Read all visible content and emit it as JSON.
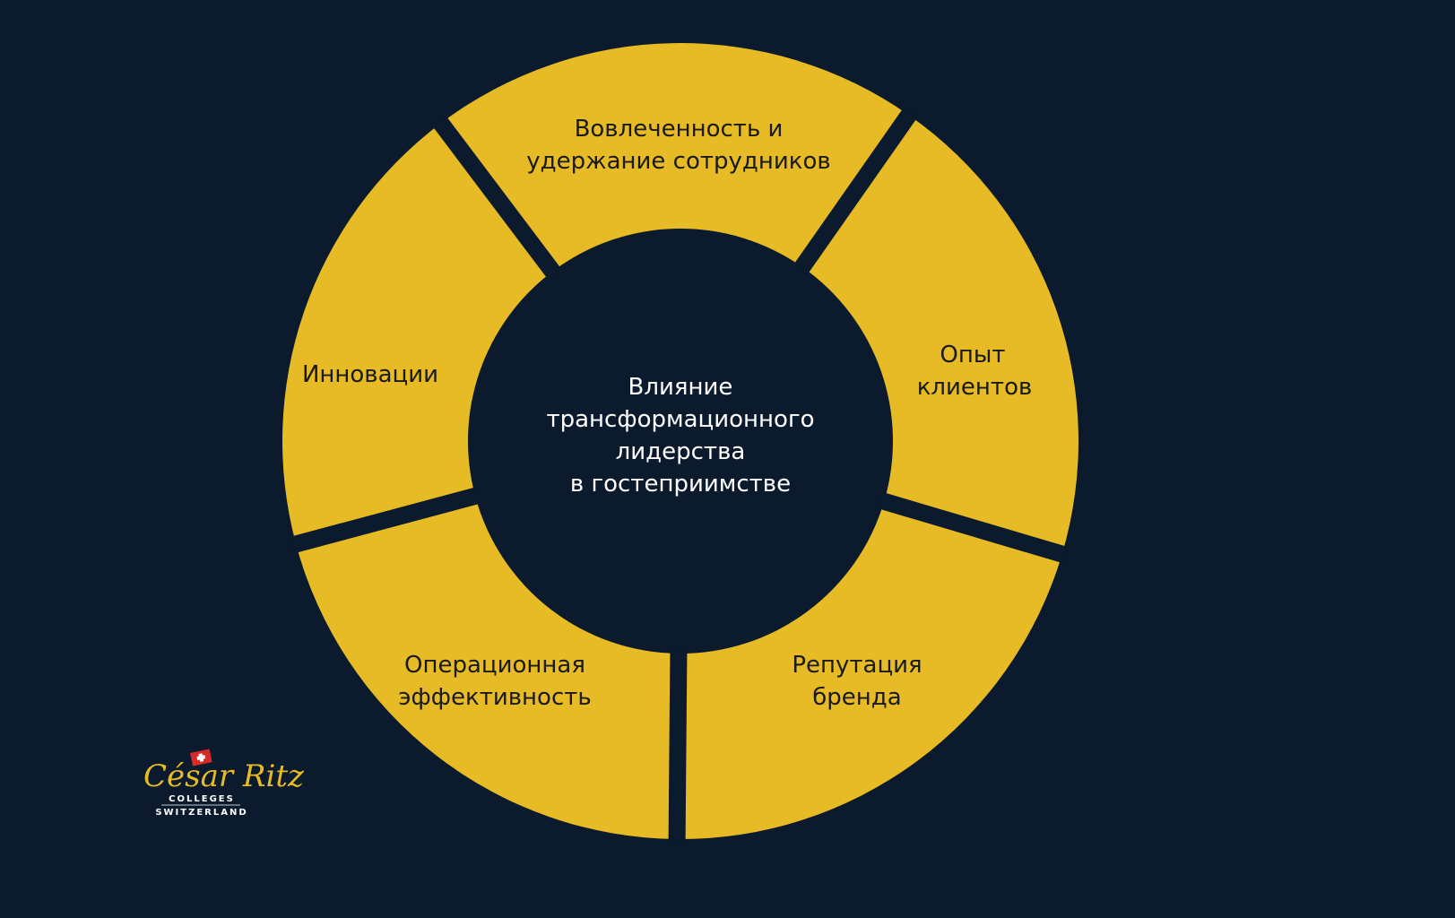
{
  "colors": {
    "background": "#0B1A2C",
    "segment": "#E6BB26",
    "text_dark": "#1A1A1A",
    "text_light": "#FFFFFF"
  },
  "center": {
    "lines": [
      "Влияние",
      "трансформационного",
      "лидерства",
      "в гостеприимстве"
    ]
  },
  "segments": [
    {
      "name": "engagement",
      "lines": [
        "Вовлеченность и",
        "удержание сотрудников"
      ]
    },
    {
      "name": "customer-experience",
      "lines": [
        "Опыт",
        "клиентов"
      ]
    },
    {
      "name": "brand-reputation",
      "lines": [
        "Репутация",
        "бренда"
      ]
    },
    {
      "name": "operational-efficiency",
      "lines": [
        "Операционная",
        "эффективность"
      ]
    },
    {
      "name": "innovation",
      "lines": [
        "Инновации"
      ]
    }
  ],
  "logo": {
    "script": "César Ritz",
    "line1": "COLLEGES",
    "line2": "SWITZERLAND"
  }
}
